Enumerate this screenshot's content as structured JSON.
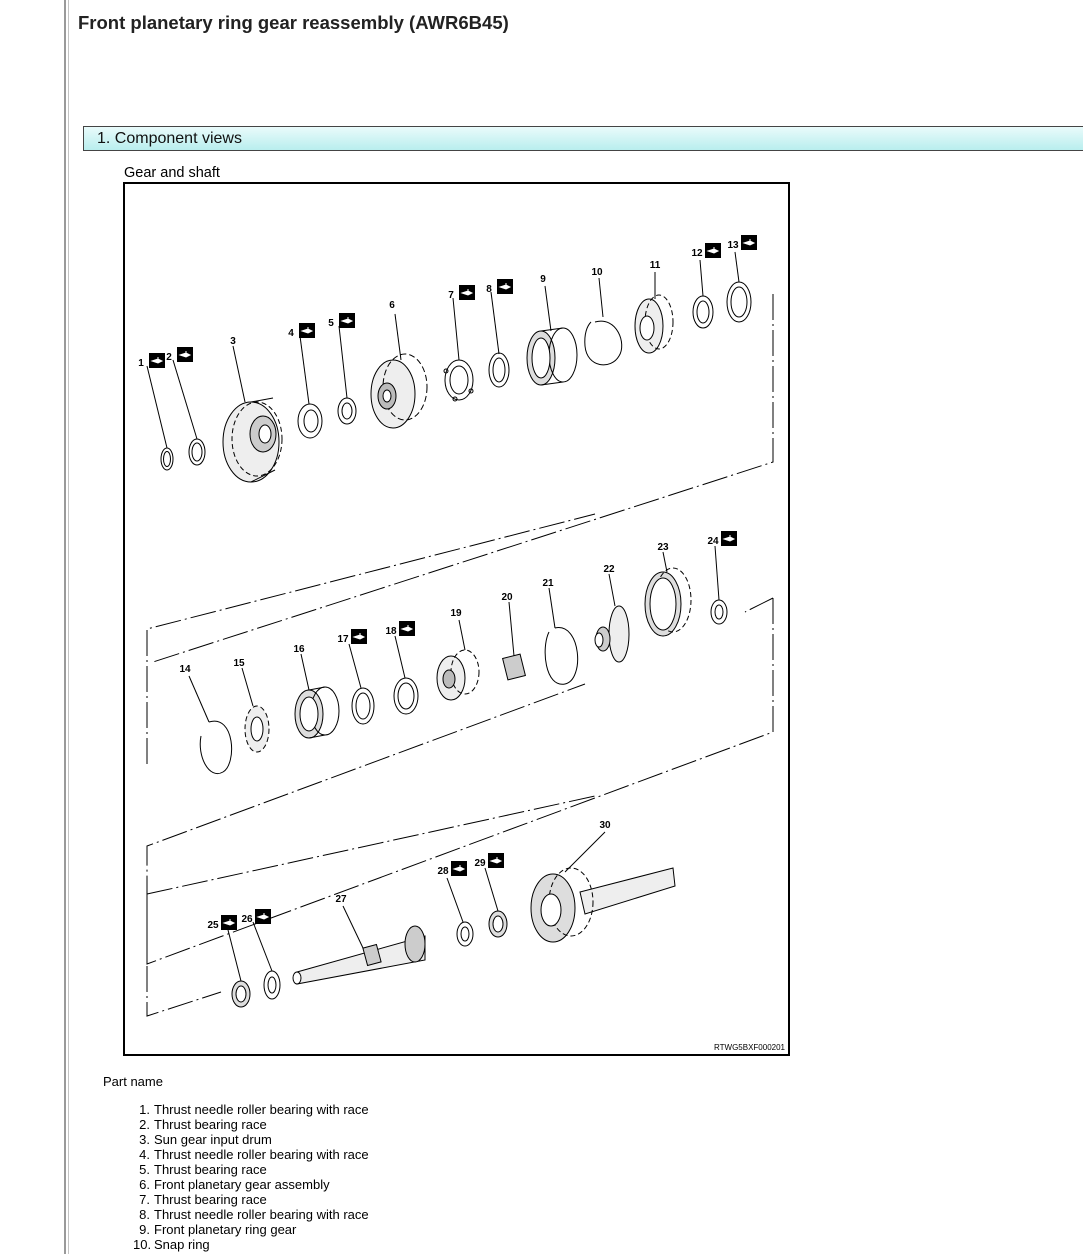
{
  "page": {
    "title": "Front planetary ring gear reassembly (AWR6B45)"
  },
  "section": {
    "heading": "1. Component views"
  },
  "figure": {
    "caption": "Gear and shaft",
    "figure_id": "RTWG5BXF000201",
    "lubricant_icon": "oil-can-icon",
    "callouts": [
      {
        "num": "1",
        "icon": true
      },
      {
        "num": "2",
        "icon": true
      },
      {
        "num": "3",
        "icon": false
      },
      {
        "num": "4",
        "icon": true
      },
      {
        "num": "5",
        "icon": true
      },
      {
        "num": "6",
        "icon": false
      },
      {
        "num": "7",
        "icon": true
      },
      {
        "num": "8",
        "icon": true
      },
      {
        "num": "9",
        "icon": false
      },
      {
        "num": "10",
        "icon": false
      },
      {
        "num": "11",
        "icon": false
      },
      {
        "num": "12",
        "icon": true
      },
      {
        "num": "13",
        "icon": true
      },
      {
        "num": "14",
        "icon": false
      },
      {
        "num": "15",
        "icon": false
      },
      {
        "num": "16",
        "icon": false
      },
      {
        "num": "17",
        "icon": true
      },
      {
        "num": "18",
        "icon": true
      },
      {
        "num": "19",
        "icon": false
      },
      {
        "num": "20",
        "icon": false
      },
      {
        "num": "21",
        "icon": false
      },
      {
        "num": "22",
        "icon": false
      },
      {
        "num": "23",
        "icon": false
      },
      {
        "num": "24",
        "icon": true
      },
      {
        "num": "25",
        "icon": true
      },
      {
        "num": "26",
        "icon": true
      },
      {
        "num": "27",
        "icon": false
      },
      {
        "num": "28",
        "icon": true
      },
      {
        "num": "29",
        "icon": true
      },
      {
        "num": "30",
        "icon": false
      }
    ]
  },
  "parts": {
    "heading": "Part name",
    "items": [
      {
        "num": "1.",
        "name": "Thrust needle roller bearing with race"
      },
      {
        "num": "2.",
        "name": "Thrust bearing race"
      },
      {
        "num": "3.",
        "name": "Sun gear input drum"
      },
      {
        "num": "4.",
        "name": "Thrust needle roller bearing with race"
      },
      {
        "num": "5.",
        "name": "Thrust bearing race"
      },
      {
        "num": "6.",
        "name": "Front planetary gear assembly"
      },
      {
        "num": "7.",
        "name": "Thrust bearing race"
      },
      {
        "num": "8.",
        "name": "Thrust needle roller bearing with race"
      },
      {
        "num": "9.",
        "name": "Front planetary ring gear"
      },
      {
        "num": "10.",
        "name": "Snap ring"
      }
    ]
  }
}
